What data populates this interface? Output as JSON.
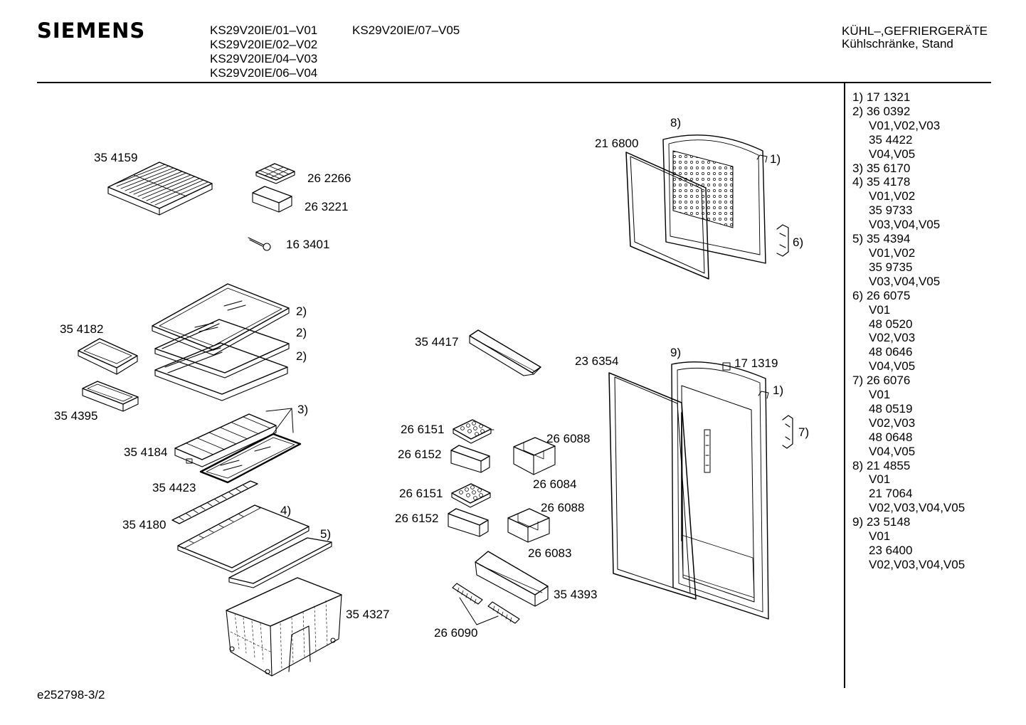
{
  "header": {
    "brand": "SIEMENS",
    "models_col1": [
      "KS29V20IE/01–V01",
      "KS29V20IE/02–V02",
      "KS29V20IE/04–V03",
      "KS29V20IE/06–V04"
    ],
    "models_col2": [
      "KS29V20IE/07–V05"
    ],
    "category_line1": "KÜHL–,GEFRIERGERÄTE",
    "category_line2": "Kühlschränke, Stand"
  },
  "parts_list": [
    {
      "text": "1) 17 1321",
      "indent": false
    },
    {
      "text": "2) 36 0392",
      "indent": false
    },
    {
      "text": "V01,V02,V03",
      "indent": true
    },
    {
      "text": "35 4422",
      "indent": true
    },
    {
      "text": "V04,V05",
      "indent": true
    },
    {
      "text": "3) 35 6170",
      "indent": false
    },
    {
      "text": "4)  35 4178",
      "indent": false
    },
    {
      "text": "V01,V02",
      "indent": true
    },
    {
      "text": "35 9733",
      "indent": true
    },
    {
      "text": "V03,V04,V05",
      "indent": true
    },
    {
      "text": "5)  35 4394",
      "indent": false
    },
    {
      "text": "V01,V02",
      "indent": true
    },
    {
      "text": "35 9735",
      "indent": true
    },
    {
      "text": "V03,V04,V05",
      "indent": true
    },
    {
      "text": "6)  26 6075",
      "indent": false
    },
    {
      "text": "V01",
      "indent": true
    },
    {
      "text": "48 0520",
      "indent": true
    },
    {
      "text": "V02,V03",
      "indent": true
    },
    {
      "text": "48 0646",
      "indent": true
    },
    {
      "text": "V04,V05",
      "indent": true
    },
    {
      "text": "7)  26 6076",
      "indent": false
    },
    {
      "text": "V01",
      "indent": true
    },
    {
      "text": "48 0519",
      "indent": true
    },
    {
      "text": "V02,V03",
      "indent": true
    },
    {
      "text": "48 0648",
      "indent": true
    },
    {
      "text": "V04,V05",
      "indent": true
    },
    {
      "text": "8)  21 4855",
      "indent": false
    },
    {
      "text": "V01",
      "indent": true
    },
    {
      "text": "21 7064",
      "indent": true
    },
    {
      "text": "V02,V03,V04,V05",
      "indent": true
    },
    {
      "text": "9)  23 5148",
      "indent": false
    },
    {
      "text": "V01",
      "indent": true
    },
    {
      "text": "23 6400",
      "indent": true
    },
    {
      "text": "V02,V03,V04,V05",
      "indent": true
    }
  ],
  "labels": {
    "p354159": "35 4159",
    "p262266": "26 2266",
    "p263221": "26 3221",
    "p163401": "16 3401",
    "p216800": "21 6800",
    "m8": "8)",
    "m1a": "1)",
    "m6": "6)",
    "m2a": "2)",
    "m2b": "2)",
    "m2c": "2)",
    "p354182": "35 4182",
    "p354395": "35 4395",
    "m3": "3)",
    "p354184": "35 4184",
    "p354423": "35 4423",
    "m4": "4)",
    "p354180": "35 4180",
    "m5": "5)",
    "p354327": "35 4327",
    "p354417": "35 4417",
    "p266151a": "26 6151",
    "p266152a": "26 6152",
    "p266088a": "26 6088",
    "p266084": "26 6084",
    "p266151b": "26 6151",
    "p266152b": "26 6152",
    "p266088b": "26 6088",
    "p266083": "26 6083",
    "p354393": "35 4393",
    "p266090": "26 6090",
    "p236354": "23 6354",
    "m9": "9)",
    "p171319": "17 1319",
    "m1b": "1)",
    "m7": "7)"
  },
  "footer": {
    "code": "e252798-3/2"
  }
}
